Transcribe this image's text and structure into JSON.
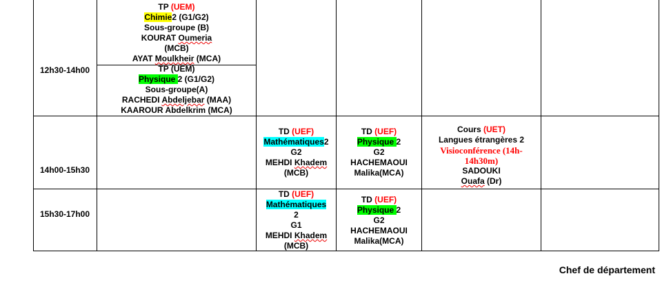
{
  "rows": [
    {
      "time": "12h30-14h00",
      "sunday_a": {
        "type": "TP",
        "unit": "(UEM)",
        "subject": "Chimie",
        "num": "2 (G1/G2)",
        "group": "Sous-groupe (B)",
        "teacher1a": "KOURAT",
        "teacher1b": "Oumeria",
        "teacher1c": "(MCB)",
        "teacher2a": "AYAT",
        "teacher2b": "Moulkheir",
        "teacher2c": "(MCA)"
      },
      "sunday_b": {
        "line1": "TP (UEM)",
        "subject": "Physique ",
        "num": "2 (G1/G2)",
        "group": "Sous-groupe(A)",
        "teacher1a": "RACHEDI",
        "teacher1b": "Abdeljebar",
        "teacher1c": "(MAA)",
        "teacher2": "KAAROUR Abdelkrim (MCA)"
      }
    },
    {
      "time": "14h00-15h30",
      "math": {
        "type": "TD",
        "unit": "(UEF)",
        "subject": "Mathématiques",
        "num": "2",
        "group": "G2",
        "teacher_a": "MEHDI",
        "teacher_b": "Khadem",
        "grade": "(MCB)"
      },
      "phys": {
        "type": "TD",
        "unit": "(UEF)",
        "subject": "Physique ",
        "num": "2",
        "group": "G2",
        "teacher1": "HACHEMAOUI",
        "teacher2": "Malika(MCA)"
      },
      "lang": {
        "type": "Cours",
        "unit": "(UET)",
        "subject": "Langues étrangères 2",
        "visio1": "Visioconférence (14h-",
        "visio2": "14h30m)",
        "teacher1": "SADOUKI",
        "teacher_b": "Ouafa",
        "grade": "(Dr)"
      }
    },
    {
      "time": "15h30-17h00",
      "math": {
        "type": "TD",
        "unit": "(UEF)",
        "subject": "Mathématiques",
        "num": "2",
        "group": "G1",
        "teacher_a": "MEHDI",
        "teacher_b": "Khadem",
        "grade": "(MCB)"
      },
      "phys": {
        "type": "TD",
        "unit": "(UEF)",
        "subject": "Physique ",
        "num": "2",
        "group": "G2",
        "teacher1": "HACHEMAOUI",
        "teacher2": "Malika(MCA)"
      }
    }
  ],
  "footer": {
    "signature_label": "Chef de département"
  }
}
